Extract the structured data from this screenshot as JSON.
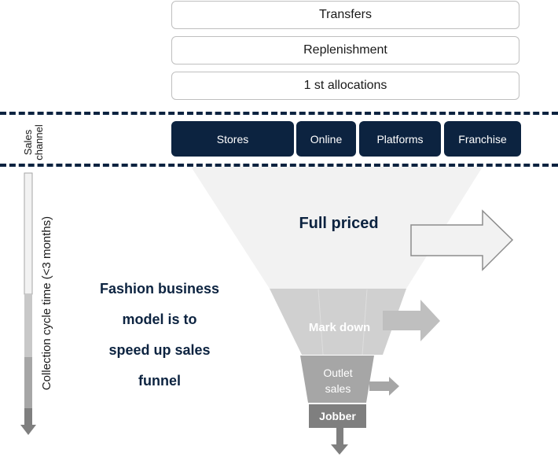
{
  "allocation_steps": [
    "Transfers",
    "Replenishment",
    "1 st allocations"
  ],
  "sales_channel": {
    "label_line1": "Sales",
    "label_line2": "channel",
    "channels": [
      "Stores",
      "Online",
      "Platforms",
      "Franchise"
    ]
  },
  "cycle_axis": {
    "label": "Collection cycle time (<3 months)"
  },
  "funnel": {
    "stages": [
      {
        "label": "Full priced"
      },
      {
        "label": "Mark down"
      },
      {
        "label_line1": "Outlet",
        "label_line2": "sales"
      },
      {
        "label": "Jobber"
      }
    ]
  },
  "main_text": [
    "Fashion business",
    "model is to",
    "speed up sales",
    "funnel"
  ],
  "colors": {
    "navy": "#0c2340",
    "funnel_full": "#f2f2f2",
    "funnel_markdown": "#d0d0d0",
    "funnel_outlet": "#a6a6a6",
    "funnel_jobber": "#7f7f7f"
  }
}
